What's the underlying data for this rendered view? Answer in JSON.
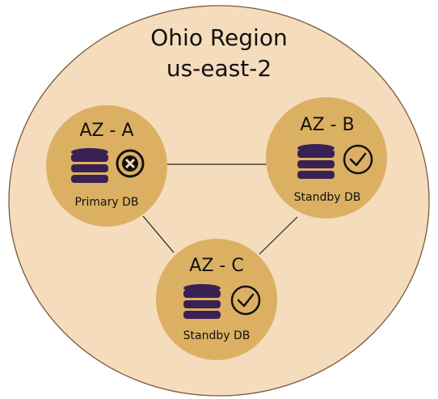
{
  "region": {
    "name": "Ohio Region",
    "code": "us-east-2",
    "fill": "#f4dcbc"
  },
  "zones": [
    {
      "title": "AZ - A",
      "db_role": "Primary DB",
      "status": "failed",
      "status_icon": "x-circle-icon"
    },
    {
      "title": "AZ - B",
      "db_role": "Standby DB",
      "status": "healthy",
      "status_icon": "check-circle-icon"
    },
    {
      "title": "AZ - C",
      "db_role": "Standby DB",
      "status": "healthy",
      "status_icon": "check-circle-icon"
    }
  ],
  "colors": {
    "zone_fill": "#dcb063",
    "database_icon": "#3a2154",
    "connector": "#222222"
  }
}
